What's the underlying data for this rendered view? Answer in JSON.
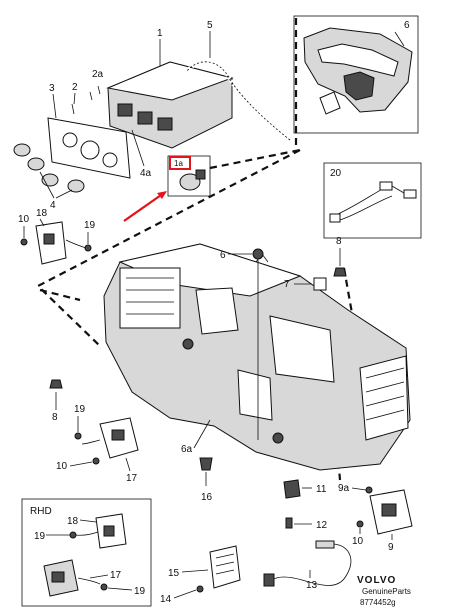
{
  "callouts": {
    "c1": "1",
    "c1a": "1a",
    "c2a": "2a",
    "c2": "2",
    "c3": "3",
    "c4a": "4a",
    "c4": "4",
    "c5": "5",
    "c6_inset": "6",
    "c6": "6",
    "c6a": "6a",
    "c7": "7",
    "c8_top": "8",
    "c8_left": "8",
    "c9": "9",
    "c9a": "9a",
    "c10_top": "10",
    "c10_mid": "10",
    "c10_right": "10",
    "c11": "11",
    "c12": "12",
    "c13": "13",
    "c14": "14",
    "c15": "15",
    "c16": "16",
    "c17_mid": "17",
    "c17_rhd": "17",
    "c18_top": "18",
    "c18_rhd": "18",
    "c19_top": "19",
    "c19_mid": "19",
    "c19_rhd_a": "19",
    "c19_rhd_b": "19",
    "c20": "20"
  },
  "rhd_label": "RHD",
  "brand": {
    "name": "VOLVO",
    "tagline": "GenuineParts",
    "code": "8774452g"
  },
  "colors": {
    "line": "#111111",
    "highlight": "#e3141b",
    "background": "#ffffff"
  }
}
